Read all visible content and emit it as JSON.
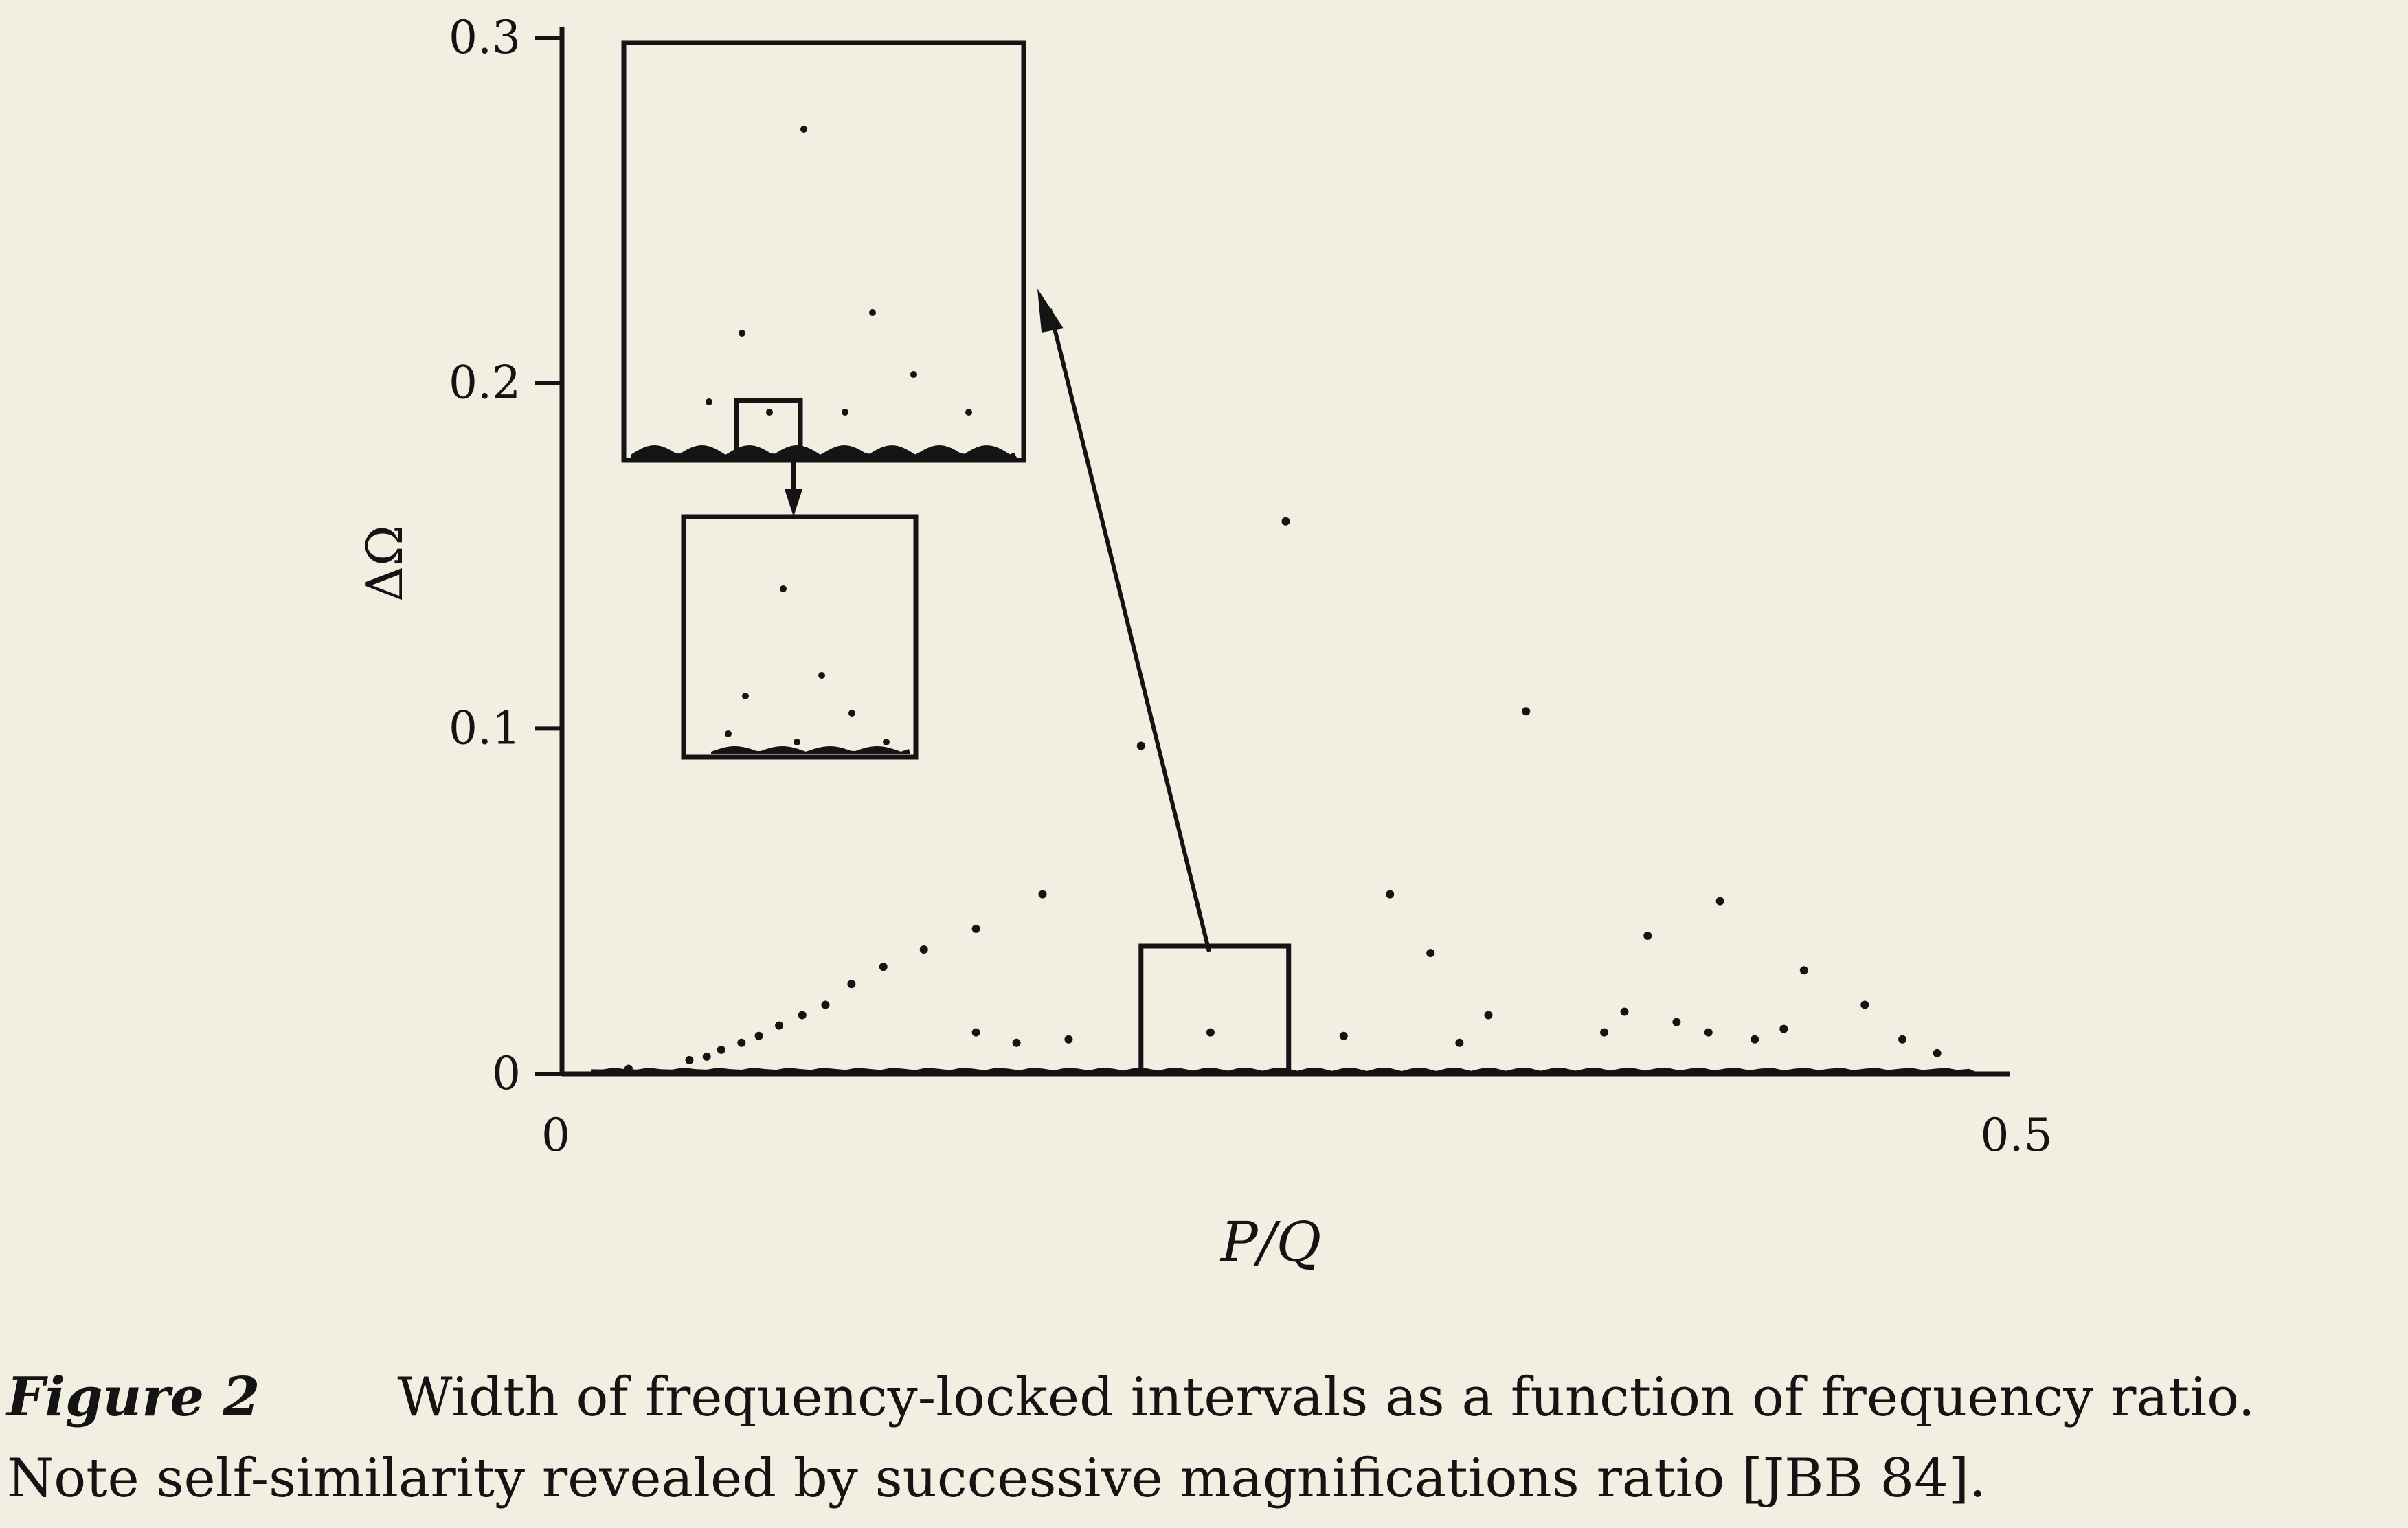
{
  "chart_data": {
    "type": "scatter",
    "xlabel": "P/Q",
    "ylabel": "ΔΩ",
    "xlim": [
      0,
      0.5
    ],
    "ylim": [
      0,
      0.3
    ],
    "x_ticks": [
      "0",
      "0.5"
    ],
    "y_ticks": [
      "0",
      "0.1",
      "0.2",
      "0.3"
    ],
    "grid": false,
    "legend": "none",
    "series": [
      {
        "points": [
          [
            0.023,
            0.0015
          ],
          [
            0.044,
            0.004
          ],
          [
            0.05,
            0.005
          ],
          [
            0.055,
            0.007
          ],
          [
            0.062,
            0.009
          ],
          [
            0.068,
            0.011
          ],
          [
            0.075,
            0.014
          ],
          [
            0.083,
            0.017
          ],
          [
            0.091,
            0.02
          ],
          [
            0.1,
            0.026
          ],
          [
            0.111,
            0.031
          ],
          [
            0.125,
            0.036
          ],
          [
            0.143,
            0.042
          ],
          [
            0.166,
            0.052
          ],
          [
            0.2,
            0.095
          ],
          [
            0.25,
            0.16
          ],
          [
            0.286,
            0.052
          ],
          [
            0.3,
            0.035
          ],
          [
            0.333,
            0.105
          ],
          [
            0.4,
            0.05
          ],
          [
            0.429,
            0.03
          ],
          [
            0.45,
            0.02
          ],
          [
            0.143,
            0.012
          ],
          [
            0.157,
            0.009
          ],
          [
            0.175,
            0.01
          ],
          [
            0.224,
            0.012
          ],
          [
            0.27,
            0.011
          ],
          [
            0.31,
            0.009
          ],
          [
            0.32,
            0.017
          ],
          [
            0.36,
            0.012
          ],
          [
            0.367,
            0.018
          ],
          [
            0.375,
            0.04
          ],
          [
            0.385,
            0.015
          ],
          [
            0.396,
            0.012
          ],
          [
            0.412,
            0.01
          ],
          [
            0.422,
            0.013
          ],
          [
            0.463,
            0.01
          ],
          [
            0.475,
            0.006
          ]
        ]
      }
    ],
    "insets": [
      {
        "name": "first magnification",
        "role": "zoom",
        "source_x_range": [
          0.2,
          0.25
        ],
        "source_y_range": [
          0,
          0.037
        ]
      },
      {
        "name": "second magnification",
        "role": "zoom",
        "source": "inset 1"
      }
    ]
  },
  "caption": {
    "label": "Figure 2",
    "text": "Width of frequency-locked intervals as a function of frequency ratio. Note self-similarity revealed by successive magnifications ratio [JBB 84]."
  }
}
